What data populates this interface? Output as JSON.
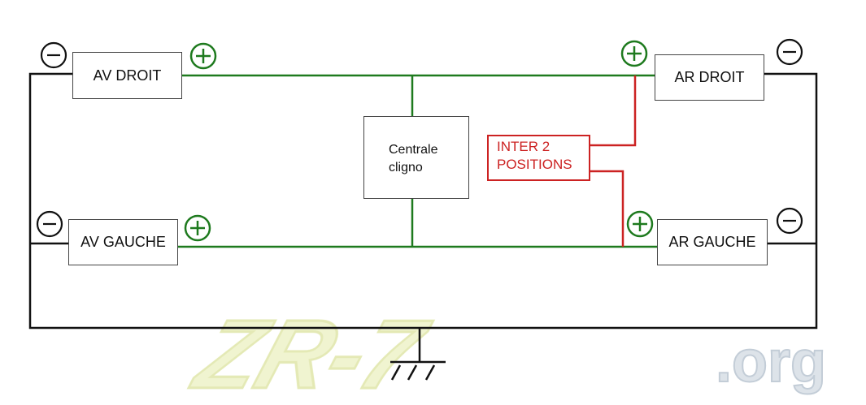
{
  "components": {
    "av_droit": "AV DROIT",
    "ar_droit": "AR DROIT",
    "av_gauche": "AV GAUCHE",
    "ar_gauche": "AR GAUCHE",
    "centrale_line1": "Centrale",
    "centrale_line2": "cligno",
    "inter_line1": "INTER 2",
    "inter_line2": "POSITIONS"
  },
  "watermark": {
    "text_main": "ZR-7",
    "text_suffix": ".org"
  },
  "colors": {
    "positive_wire": "#1e7a1e",
    "switch_wire": "#cc2222",
    "ground_wire": "#111111",
    "watermark_fill": "#eef2c8",
    "watermark_suffix": "#c9d3de"
  },
  "icons": {
    "negative": "minus-circle-icon",
    "positive": "plus-circle-icon",
    "ground": "ground-symbol-icon"
  }
}
